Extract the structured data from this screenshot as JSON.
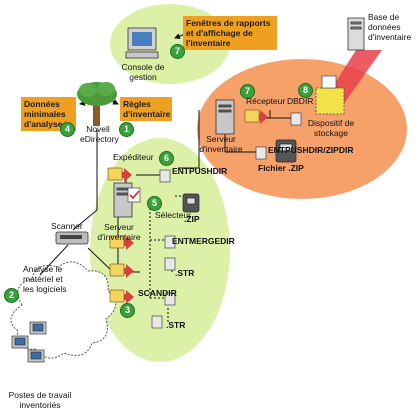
{
  "labels": {
    "console_header": "Fenêtres de rapports et d'affichage de l'inventaire",
    "console_caption": "Console de gestion",
    "database": "Base de données d'inventaire",
    "min_data": "Données minimales d'analyse",
    "inv_rules": "Règles d'inventaire",
    "edirectory": "Novell eDirectory",
    "receiver": "Récepteur",
    "dbdir": "DBDIR",
    "inv_server_top": "Serveur d'inventaire",
    "storage": "Dispositif de stockage",
    "entpushdir_zipdir": "ENTPUSHDIR/ZIPDIR",
    "zip_file": "Fichier .ZIP",
    "sender": "Expéditeur",
    "entpushdir": "ENTPUSHDIR",
    "zip": ".ZIP",
    "selector": "Sélecteur",
    "inv_server_left": "Serveur d'inventaire",
    "entmergedir": "ENTMERGEDIR",
    "str1": ".STR",
    "scandir": "SCANDIR",
    "str2": ".STR",
    "scanner": "Scanner",
    "analyze": "Analyse le matériel et les logiciels",
    "workstations": "Postes de travail inventoriés"
  },
  "steps": [
    "1",
    "2",
    "3",
    "4",
    "5",
    "6",
    "7",
    "7",
    "8"
  ],
  "colors": {
    "green_bubble": "#ddf0a8",
    "salmon_bubble": "#f6a06a",
    "orange_tag": "#f0a020",
    "step_green": "#3aa23a",
    "red_beam": "#e8404a"
  }
}
